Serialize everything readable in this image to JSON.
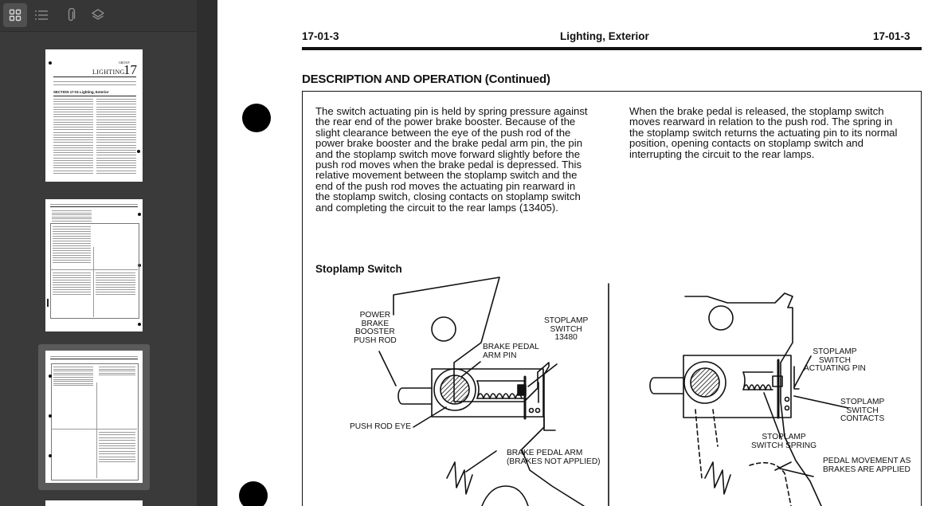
{
  "sidebar": {
    "tools": [
      {
        "name": "thumbnails",
        "icon": "grid-icon",
        "active": true
      },
      {
        "name": "outline",
        "icon": "list-icon",
        "active": false
      },
      {
        "name": "attachments",
        "icon": "paperclip-icon",
        "active": false
      },
      {
        "name": "layers",
        "icon": "layers-icon",
        "active": false
      }
    ],
    "thumb1": {
      "group_label": "GROUP",
      "title": "LIGHTING",
      "number": "17",
      "section": "SECTION 17-01 Lighting, Exterior"
    },
    "thumb3": {
      "header_center": "Lighting, Exterior"
    },
    "selected_page": 3
  },
  "page": {
    "header_left": "17-01-3",
    "header_center": "Lighting, Exterior",
    "header_right": "17-01-3",
    "section_title": "DESCRIPTION AND OPERATION (Continued)",
    "para_left": "The switch actuating pin is held by spring pressure against the rear end of the power brake booster. Because of the slight clearance between the eye of the push rod of the power brake booster and the brake pedal arm pin, the pin and the stoplamp switch move forward slightly before the push rod moves when the brake pedal is depressed. This relative movement between the stoplamp switch and the end of the push rod moves the actuating pin rearward in the stoplamp switch, closing contacts on stoplamp switch and completing the circuit to the rear lamps (13405).",
    "para_right": "When the brake pedal is released, the stoplamp switch moves rearward in relation to the push rod. The spring in the stoplamp switch returns the actuating pin to its normal position, opening contacts on stoplamp switch and interrupting the circuit to the rear lamps.",
    "subsection_title": "Stoplamp Switch",
    "figure_left": {
      "label_booster": "POWER\nBRAKE\nBOOSTER\nPUSH ROD",
      "label_switch": "STOPLAMP\nSWITCH\n13480",
      "label_pin": "BRAKE PEDAL\nARM PIN",
      "label_eye": "PUSH ROD EYE",
      "label_arm": "BRAKE PEDAL ARM\n(BRAKES NOT APPLIED)"
    },
    "figure_right": {
      "label_actuating": "STOPLAMP\nSWITCH\nACTUATING PIN",
      "label_contacts": "STOPLAMP\nSWITCH\nCONTACTS",
      "label_spring": "STOPLAMP\nSWITCH SPRING",
      "label_movement": "PEDAL MOVEMENT AS\nBRAKES ARE APPLIED"
    }
  }
}
